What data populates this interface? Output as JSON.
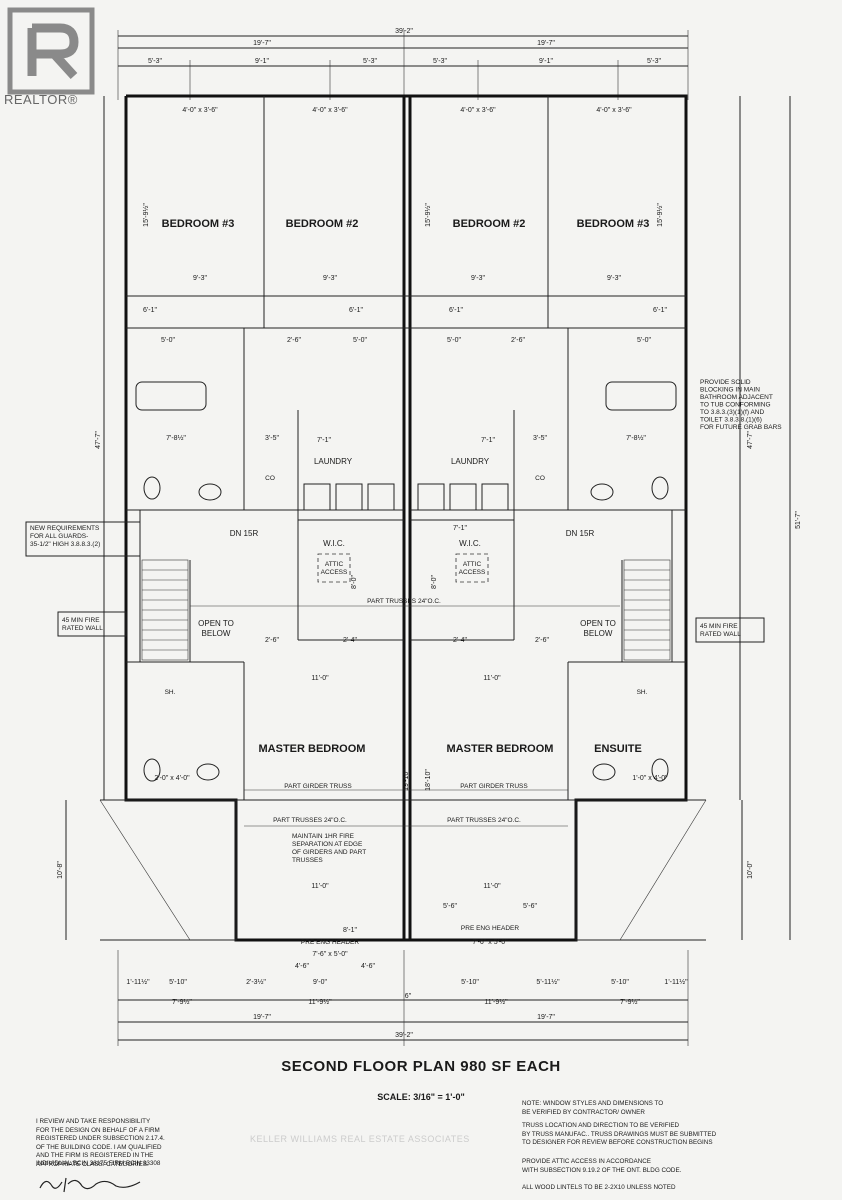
{
  "brand": {
    "realtor_label": "REALTOR®",
    "logo_icon": "realtor-r-logo-icon"
  },
  "plan": {
    "title": "SECOND FLOOR PLAN 980 SF EACH",
    "scale": "SCALE: 3/16\" = 1'-0\"",
    "rooms": {
      "bedroom3_left": "BEDROOM #3",
      "bedroom2_left": "BEDROOM #2",
      "bedroom2_right": "BEDROOM #2",
      "bedroom3_right": "BEDROOM #3",
      "laundry_left": "LAUNDRY",
      "laundry_right": "LAUNDRY",
      "wic_left": "W.I.C.",
      "wic_right": "W.I.C.",
      "attic_left": "ATTIC\nACCESS",
      "attic_right": "ATTIC\nACCESS",
      "open_left": "OPEN TO\nBELOW",
      "open_right": "OPEN TO\nBELOW",
      "master_left": "MASTER BEDROOM",
      "master_right": "MASTER BEDROOM",
      "ensuite": "ENSUITE",
      "dn_left": "DN 15R",
      "dn_right": "DN 15R"
    },
    "labels": {
      "part_trusses_mid": "PART TRUSSES 24\"O.C.",
      "part_girder_left": "PART GIRDER TRUSS",
      "part_girder_right": "PART GIRDER TRUSS",
      "part_trusses_left": "PART TRUSSES 24\"O.C.",
      "part_trusses_right": "PART TRUSSES 24\"O.C.",
      "fire_note": "MAINTAIN 1HR FIRE\nSEPARATION AT EDGE\nOF GIRDERS AND PART\nTRUSSES",
      "pre_eng_left": "PRE ENG HEADER",
      "pre_eng_right": "PRE ENG HEADER",
      "guards_note": "NEW REQUIREMENTS\nFOR ALL GUARDS-\n35-1/2\" HIGH 3.8.8.3.(2)",
      "fire_wall_left": "45 MIN FIRE\nRATED WALL",
      "fire_wall_right": "45 MIN FIRE\nRATED WALL",
      "blocking_note": "PROVIDE SOLID\nBLOCKING IN MAIN\nBATHROOM ADJACENT\nTO TUB CONFORMING\nTO 3.8.3.(3)(1)(f) AND\nTOILET 3.8.3.8.(1)(6)\nFOR FUTURE GRAB BARS",
      "sh": "SH.",
      "co": "CO"
    },
    "dimensions": {
      "overall": "39'-2\"",
      "half": "19'-7\"",
      "win_top": "4'-0\" x 3'-6\"",
      "bed_width": "9'-3\"",
      "bed_height": "15'-9½\"",
      "left_total": "47'-7\"",
      "right_total": "51'-7\"",
      "seg_53": "5'-3\"",
      "seg_91": "9'-1\"",
      "master_w": "11'-0\"",
      "garage_h": "10'-8\"",
      "garage_h_r": "10'-0\"",
      "bottom_seg1": "7'-9½\"",
      "bottom_seg2": "11'-9½\"",
      "bottom_6": "6\"",
      "win_bot": "7'-6\" x 5'-0\"",
      "win_small": "2'-0\" x 4'-0\"",
      "win_small_r": "1'-0\" x 4'-0\"",
      "d510": "5'-10\"",
      "d90": "9'-0\"",
      "d46": "4'-6\"",
      "d81": "8'-1\"",
      "d56": "5'-6\"",
      "d51115": "5'-11½\"",
      "d11115": "1'-11½\"",
      "d2315": "2'-3½\"",
      "d1910": "19'-10\"",
      "d1810": "18'-10\"",
      "d61": "6'-1\"",
      "d50": "5'-0\"",
      "d71": "7'-1\"",
      "d26": "2'-6\"",
      "d24": "2'-4\"",
      "d35": "3'-5\"",
      "d785": "7'-8½\"",
      "d80": "8'-0\""
    }
  },
  "notes": {
    "certification": "I REVIEW AND TAKE RESPONSIBILITY\nFOR THE DESIGN ON BEHALF OF A FIRM\nREGISTERED UNDER SUBSECTION 2.17.4.\nOF THE BUILDING CODE. I AM QUALIFIED\nAND THE FIRM IS REGISTERED IN THE\nAPPROPRIATE CLASS/ CATEGORIES.",
    "bcin": "INDIVIDUAL BCIN 36175  FIRM BCIN 33308",
    "note1": "NOTE: WINDOW STYLES AND DIMENSIONS TO\n           BE VERIFIED BY CONTRACTOR/ OWNER",
    "note2": "TRUSS LOCATION AND DIRECTION TO BE VERIFIED\nBY TRUSS MANUFAC.. TRUSS DRAWINGS MUST BE SUBMITTED\nTO DESIGNER FOR REVIEW BEFORE CONSTRUCTION BEGINS",
    "note3": "PROVIDE ATTIC ACCESS IN ACCORDANCE\nWITH SUBSECTION 9.19.2 OF THE ONT. BLDG CODE.",
    "note4": "ALL WOOD LINTELS TO BE 2-2X10 UNLESS NOTED",
    "watermark": "KELLER WILLIAMS REAL ESTATE ASSOCIATES"
  }
}
